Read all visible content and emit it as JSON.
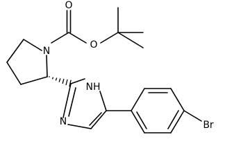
{
  "molecule": {
    "atom_labels": {
      "carbonyl_oxygen": "O",
      "ester_oxygen": "O",
      "pyrrolidine_nitrogen": "N",
      "imidazole_nh": "NH",
      "imidazole_n": "N",
      "bromine": "Br"
    },
    "colors": {
      "bond": "#000000",
      "label": "#000000",
      "background": "#ffffff"
    }
  }
}
